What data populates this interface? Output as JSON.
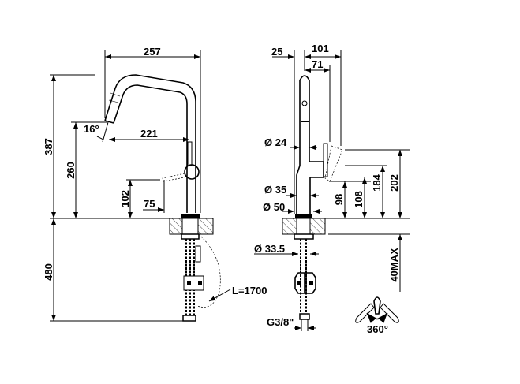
{
  "side_view": {
    "width_overall": "257",
    "height_overall": "387",
    "spout_height": "260",
    "spout_reach": "221",
    "spout_angle": "16°",
    "lever_height": "102",
    "lever_offset": "75",
    "below_counter": "480",
    "hose_length": "L=1700"
  },
  "front_view": {
    "offset_back": "25",
    "depth_overall": "101",
    "lever_depth": "71",
    "spout_diameter": "Ø 24",
    "body_diameter": "Ø 35",
    "base_diameter": "Ø 50",
    "shank_diameter": "Ø 33.5",
    "dim_98": "98",
    "dim_108": "108",
    "dim_184": "184",
    "dim_202": "202",
    "counter_thickness": "40MAX",
    "connection": "G3/8\""
  },
  "rotation": {
    "label": "360°"
  }
}
